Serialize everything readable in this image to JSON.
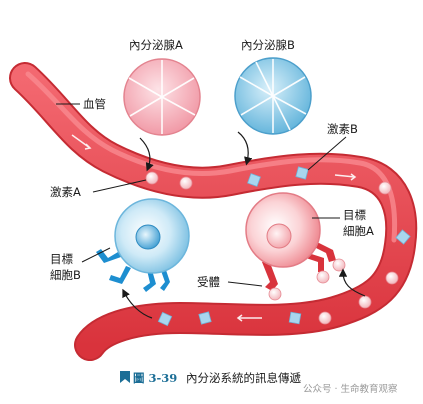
{
  "labels": {
    "gland_a": "內分泌腺A",
    "gland_b": "內分泌腺B",
    "blood_vessel": "血管",
    "hormone_a": "激素A",
    "hormone_b": "激素B",
    "target_cell_a_line1": "目標",
    "target_cell_a_line2": "細胞A",
    "target_cell_b_line1": "目標",
    "target_cell_b_line2": "細胞B",
    "receptor": "受體"
  },
  "caption": {
    "number": "圖 3-39",
    "text": "內分泌系統的訊息傳遞"
  },
  "watermark": "公众号 · 生命教育观察",
  "colors": {
    "vessel": "#e8424a",
    "vessel_dark": "#c52b33",
    "gland_a": "#f6a5b0",
    "gland_b": "#7cc3e3",
    "cell_a": "#f7a6ad",
    "cell_b": "#9fd3ec",
    "hormone_a": "#fbe0e3",
    "hormone_b": "#a9d6ee",
    "receptor_a": "#d8333c",
    "receptor_b": "#1d8ed0",
    "caption_accent": "#1c6e96"
  }
}
